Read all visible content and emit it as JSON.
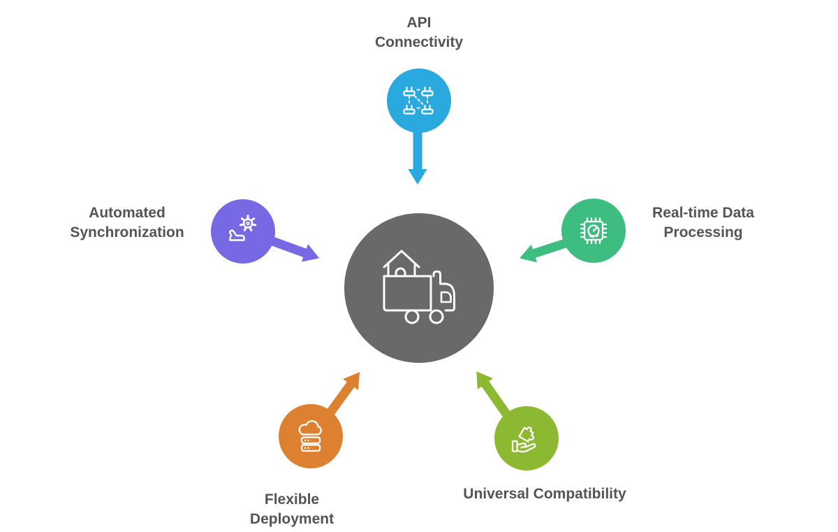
{
  "diagram": {
    "title": "",
    "center": {
      "icon": "moving-truck-house-icon",
      "color_key": "center"
    },
    "nodes": [
      {
        "id": "api",
        "label": "API Connectivity",
        "color": "#29A9DD",
        "icon": "api-plugs-network-icon",
        "position": "top",
        "arrow": "points down to center"
      },
      {
        "id": "sync",
        "label": "Automated Synchronization",
        "color": "#7768E4",
        "icon": "gear-automation-icon",
        "position": "left",
        "arrow": "points right-down to center"
      },
      {
        "id": "realtime",
        "label": "Real-time Data Processing",
        "color": "#3EBD80",
        "icon": "chip-gauge-icon",
        "position": "right",
        "arrow": "points left-down to center"
      },
      {
        "id": "deploy",
        "label": "Flexible Deployment",
        "color": "#DD802F",
        "icon": "cloud-server-icon",
        "position": "bottom-left",
        "arrow": "points up-right to center"
      },
      {
        "id": "compat",
        "label": "Universal Compatibility",
        "color": "#8DB932",
        "icon": "hand-puzzle-icon",
        "position": "bottom-right",
        "arrow": "points up-left to center"
      }
    ],
    "colors": {
      "center": "#696969",
      "text": "#545456",
      "background": "#FFFFFF"
    }
  }
}
